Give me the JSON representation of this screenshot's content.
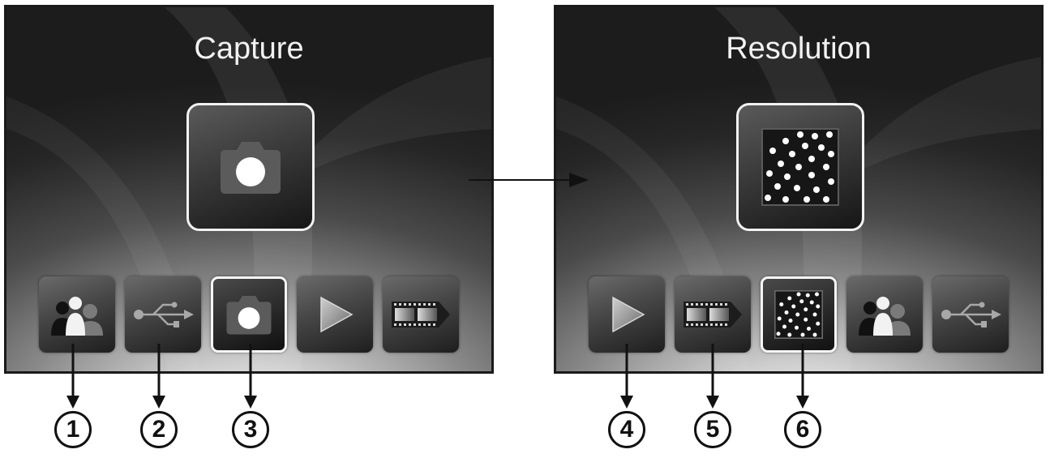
{
  "screens": {
    "left": {
      "title": "Capture",
      "large_icon": "camera-icon",
      "menu": [
        "user-profiles-icon",
        "usb-icon",
        "camera-icon",
        "play-icon",
        "film-icon"
      ],
      "selected_index": 2
    },
    "right": {
      "title": "Resolution",
      "large_icon": "resolution-icon",
      "menu": [
        "play-icon",
        "film-icon",
        "resolution-icon",
        "user-profiles-icon",
        "usb-icon"
      ],
      "selected_index": 2
    }
  },
  "callouts": [
    "1",
    "2",
    "3",
    "4",
    "5",
    "6"
  ],
  "colors": {
    "outline": "#111111",
    "icon_dark": "#2a2a2a",
    "icon_light": "#f2f2f2"
  }
}
